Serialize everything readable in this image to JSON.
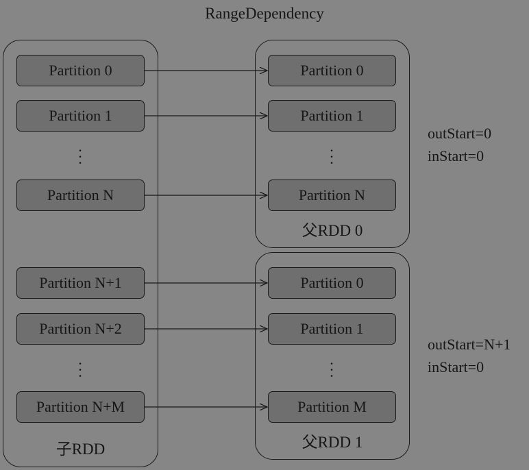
{
  "title": "RangeDependency",
  "child_rdd": {
    "label": "子RDD",
    "partitions": [
      "Partition 0",
      "Partition 1",
      "Partition N",
      "Partition N+1",
      "Partition N+2",
      "Partition N+M"
    ]
  },
  "parent_rdds": [
    {
      "label": "父RDD 0",
      "partitions": [
        "Partition 0",
        "Partition 1",
        "Partition N"
      ],
      "params": [
        "outStart=0",
        "inStart=0"
      ]
    },
    {
      "label": "父RDD 1",
      "partitions": [
        "Partition 0",
        "Partition 1",
        "Partition M"
      ],
      "params": [
        "outStart=N+1",
        "inStart=0"
      ]
    }
  ],
  "ellipsis": "⋮",
  "colors": {
    "background": "#868686",
    "partition_fill": "#6f6f6f",
    "stroke": "#1a1a1a"
  }
}
